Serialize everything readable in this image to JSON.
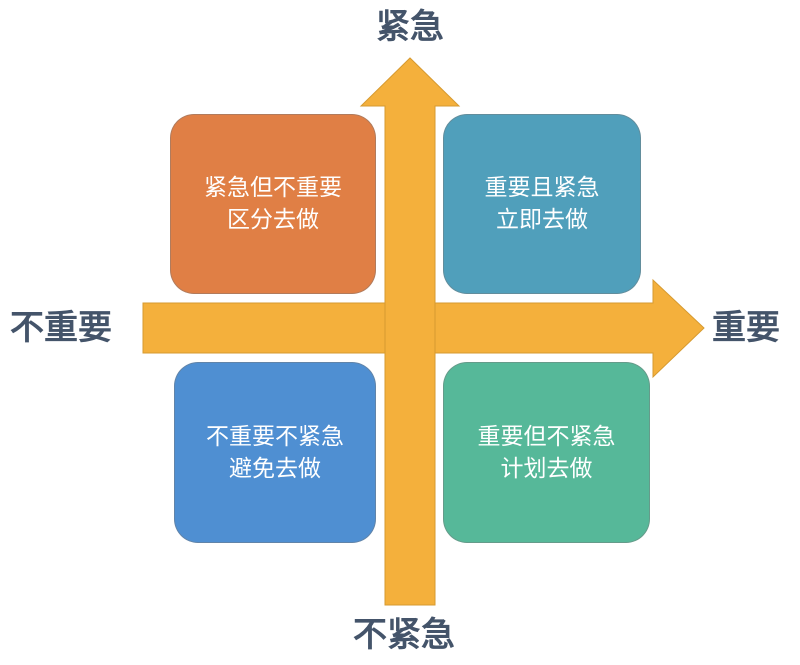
{
  "axes": {
    "top": "紧急",
    "bottom": "不紧急",
    "left": "不重要",
    "right": "重要",
    "arrow_color": "#f4b03c"
  },
  "quadrants": {
    "top_left": {
      "line1": "紧急但不重要",
      "line2": "区分去做",
      "color": "#e07f45"
    },
    "top_right": {
      "line1": "重要且紧急",
      "line2": "立即去做",
      "color": "#509fbb"
    },
    "bottom_left": {
      "line1": "不重要不紧急",
      "line2": "避免去做",
      "color": "#4f8fd2"
    },
    "bottom_right": {
      "line1": "重要但不紧急",
      "line2": "计划去做",
      "color": "#56b899"
    }
  }
}
